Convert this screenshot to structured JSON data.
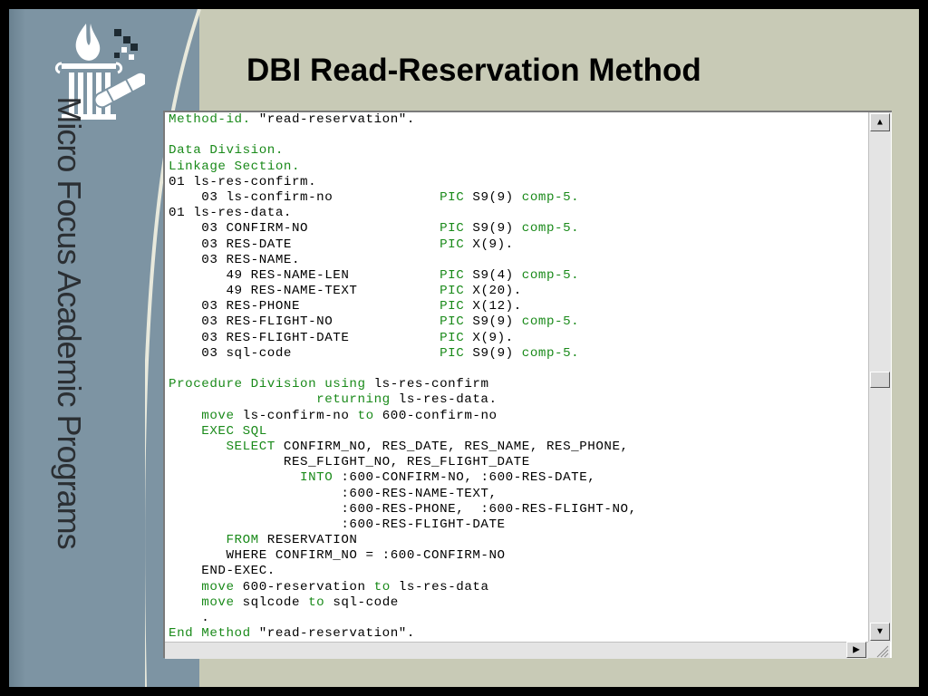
{
  "slide": {
    "title": "DBI Read-Reservation Method",
    "brand_text": "Micro Focus Academic Programs"
  },
  "colors": {
    "background": "#c8cab6",
    "sidebar": "#7d94a3",
    "keyword": "#1a8a1a"
  },
  "icons": {
    "logo": "column-with-flame-and-scroll-icon",
    "scroll_up": "arrow-up-icon",
    "scroll_down": "arrow-down-icon",
    "scroll_right": "arrow-right-icon",
    "resize": "resize-grip-icon"
  },
  "code": {
    "lines": [
      [
        {
          "t": "Method-id.",
          "k": true
        },
        {
          "t": " \"read-reservation\"."
        }
      ],
      [
        {
          "t": ""
        }
      ],
      [
        {
          "t": "Data Division.",
          "k": true
        }
      ],
      [
        {
          "t": "Linkage Section.",
          "k": true
        }
      ],
      [
        {
          "t": "01 ls-res-confirm."
        }
      ],
      [
        {
          "t": "    03 ls-confirm-no             "
        },
        {
          "t": "PIC",
          "k": true
        },
        {
          "t": " S9(9) "
        },
        {
          "t": "comp-5.",
          "k": true
        }
      ],
      [
        {
          "t": "01 ls-res-data."
        }
      ],
      [
        {
          "t": "    03 CONFIRM-NO                "
        },
        {
          "t": "PIC",
          "k": true
        },
        {
          "t": " S9(9) "
        },
        {
          "t": "comp-5.",
          "k": true
        }
      ],
      [
        {
          "t": "    03 RES-DATE                  "
        },
        {
          "t": "PIC",
          "k": true
        },
        {
          "t": " X(9)."
        }
      ],
      [
        {
          "t": "    03 RES-NAME."
        }
      ],
      [
        {
          "t": "       49 RES-NAME-LEN           "
        },
        {
          "t": "PIC",
          "k": true
        },
        {
          "t": " S9(4) "
        },
        {
          "t": "comp-5.",
          "k": true
        }
      ],
      [
        {
          "t": "       49 RES-NAME-TEXT          "
        },
        {
          "t": "PIC",
          "k": true
        },
        {
          "t": " X(20)."
        }
      ],
      [
        {
          "t": "    03 RES-PHONE                 "
        },
        {
          "t": "PIC",
          "k": true
        },
        {
          "t": " X(12)."
        }
      ],
      [
        {
          "t": "    03 RES-FLIGHT-NO             "
        },
        {
          "t": "PIC",
          "k": true
        },
        {
          "t": " S9(9) "
        },
        {
          "t": "comp-5.",
          "k": true
        }
      ],
      [
        {
          "t": "    03 RES-FLIGHT-DATE           "
        },
        {
          "t": "PIC",
          "k": true
        },
        {
          "t": " X(9)."
        }
      ],
      [
        {
          "t": "    03 sql-code                  "
        },
        {
          "t": "PIC",
          "k": true
        },
        {
          "t": " S9(9) "
        },
        {
          "t": "comp-5.",
          "k": true
        }
      ],
      [
        {
          "t": ""
        }
      ],
      [
        {
          "t": "Procedure Division using",
          "k": true
        },
        {
          "t": " ls-res-confirm"
        }
      ],
      [
        {
          "t": "                  "
        },
        {
          "t": "returning",
          "k": true
        },
        {
          "t": " ls-res-data."
        }
      ],
      [
        {
          "t": "    "
        },
        {
          "t": "move",
          "k": true
        },
        {
          "t": " ls-confirm-no "
        },
        {
          "t": "to",
          "k": true
        },
        {
          "t": " 600-confirm-no"
        }
      ],
      [
        {
          "t": "    "
        },
        {
          "t": "EXEC SQL",
          "k": true
        }
      ],
      [
        {
          "t": "       "
        },
        {
          "t": "SELECT",
          "k": true
        },
        {
          "t": " CONFIRM_NO, RES_DATE, RES_NAME, RES_PHONE,"
        }
      ],
      [
        {
          "t": "              RES_FLIGHT_NO, RES_FLIGHT_DATE"
        }
      ],
      [
        {
          "t": "                "
        },
        {
          "t": "INTO",
          "k": true
        },
        {
          "t": " :600-CONFIRM-NO, :600-RES-DATE,"
        }
      ],
      [
        {
          "t": "                     :600-RES-NAME-TEXT,"
        }
      ],
      [
        {
          "t": "                     :600-RES-PHONE,  :600-RES-FLIGHT-NO,"
        }
      ],
      [
        {
          "t": "                     :600-RES-FLIGHT-DATE"
        }
      ],
      [
        {
          "t": "       "
        },
        {
          "t": "FROM",
          "k": true
        },
        {
          "t": " RESERVATION"
        }
      ],
      [
        {
          "t": "       WHERE CONFIRM_NO = :600-CONFIRM-NO"
        }
      ],
      [
        {
          "t": "    END-EXEC."
        }
      ],
      [
        {
          "t": "    "
        },
        {
          "t": "move",
          "k": true
        },
        {
          "t": " 600-reservation "
        },
        {
          "t": "to",
          "k": true
        },
        {
          "t": " ls-res-data"
        }
      ],
      [
        {
          "t": "    "
        },
        {
          "t": "move",
          "k": true
        },
        {
          "t": " sqlcode "
        },
        {
          "t": "to",
          "k": true
        },
        {
          "t": " sql-code"
        }
      ],
      [
        {
          "t": "    ."
        }
      ],
      [
        {
          "t": "End Method",
          "k": true
        },
        {
          "t": " \"read-reservation\"."
        }
      ]
    ]
  }
}
